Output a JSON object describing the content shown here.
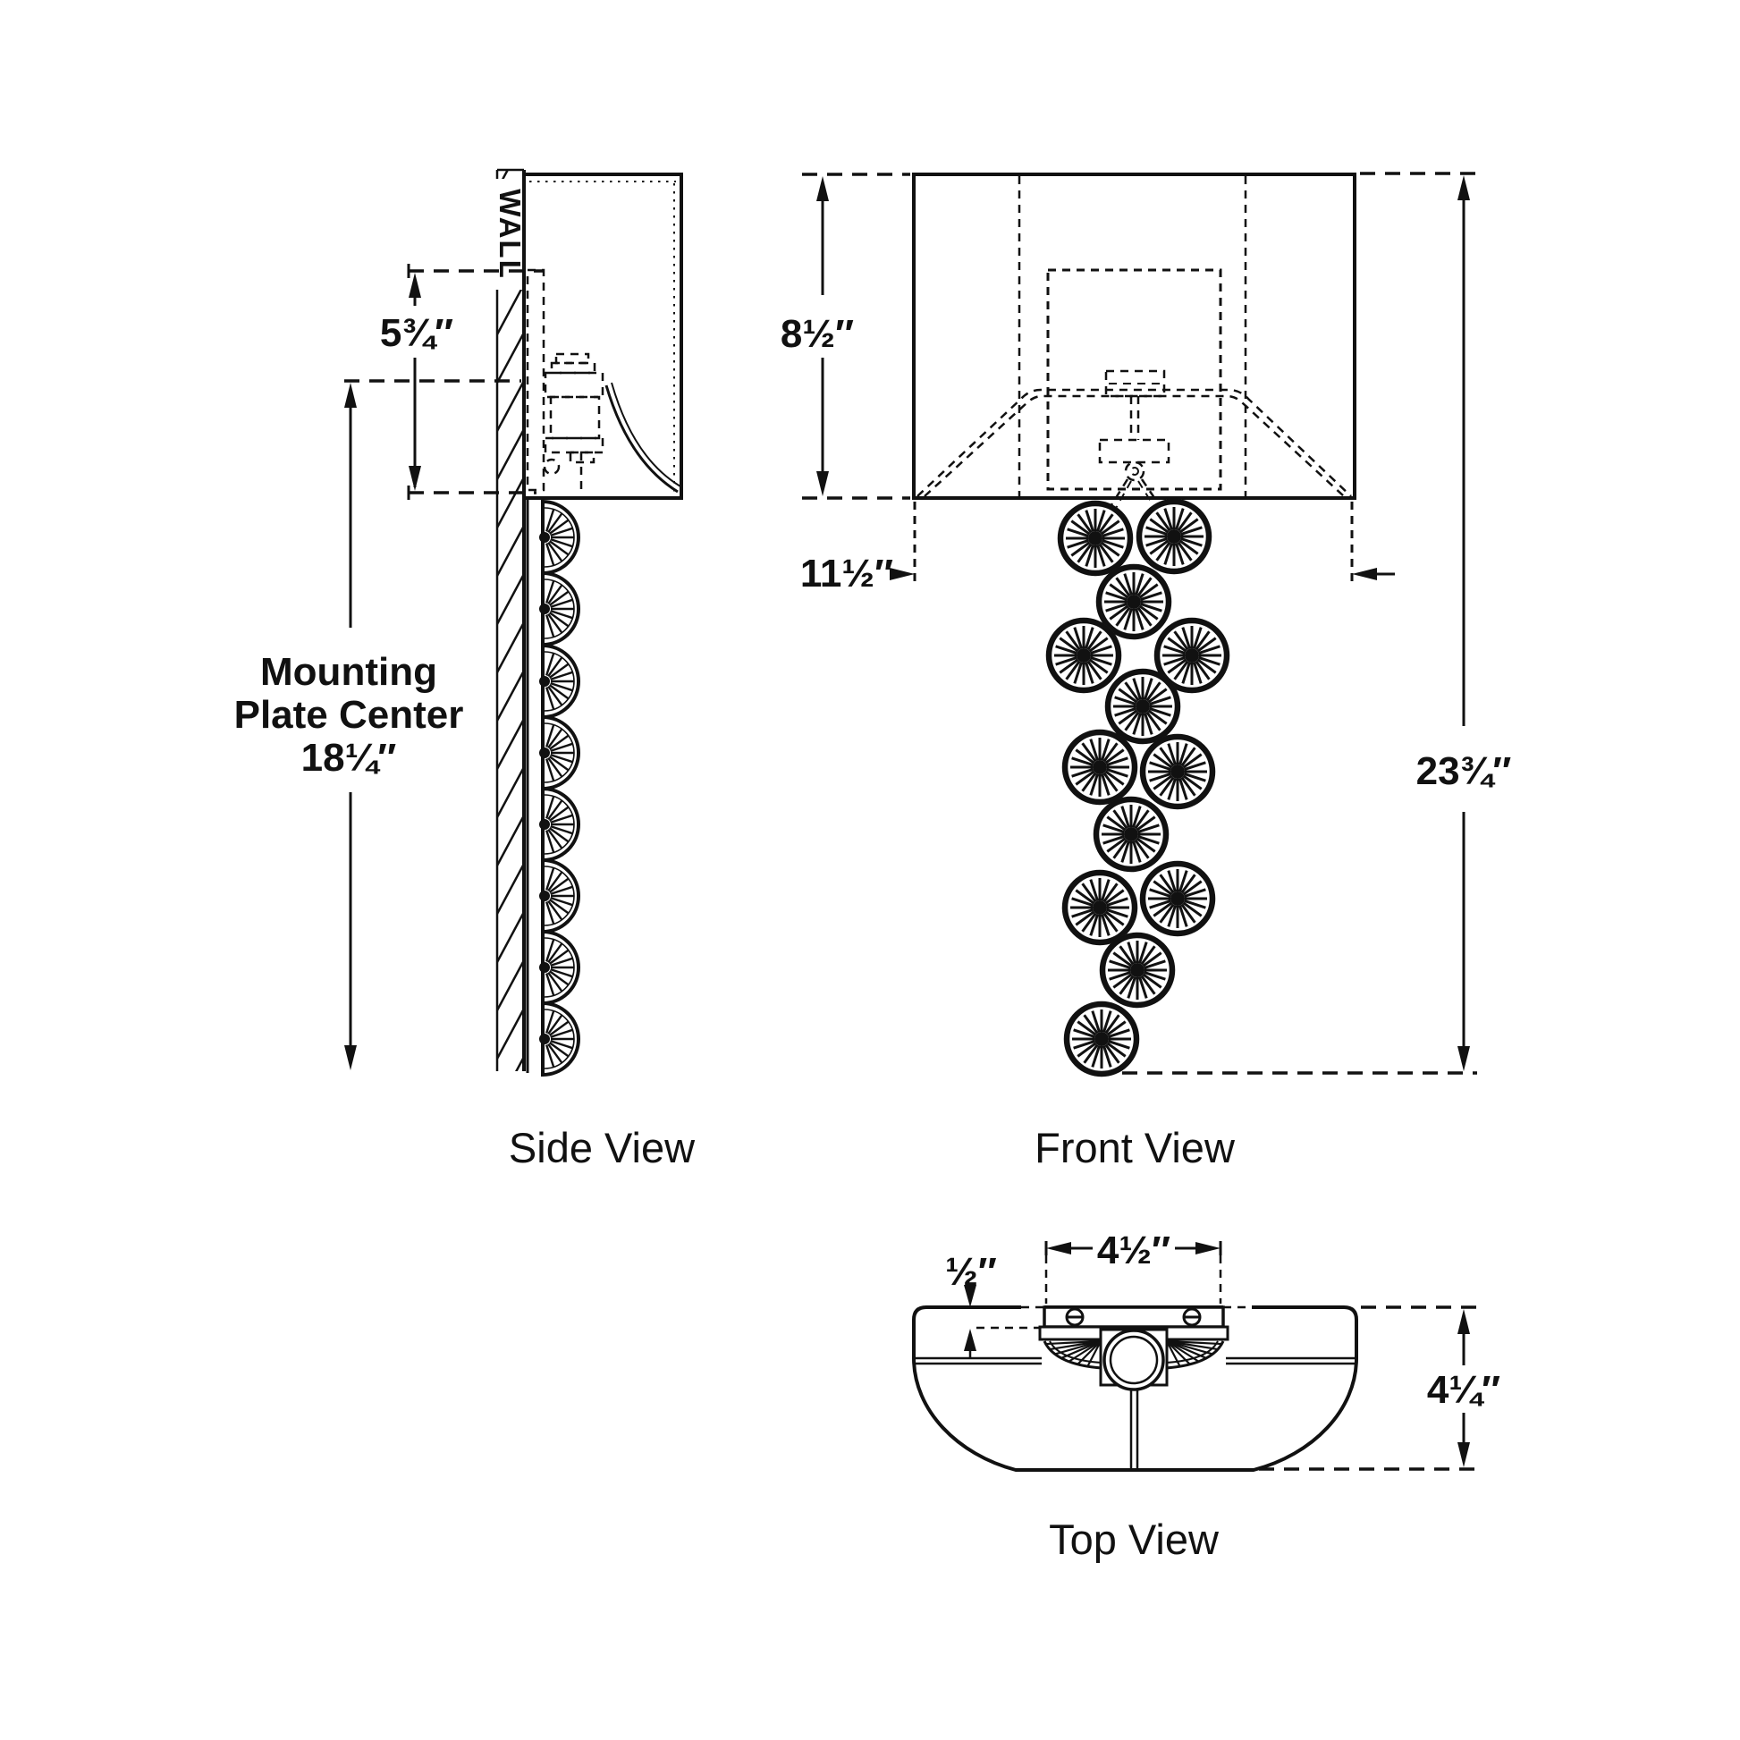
{
  "drawing": {
    "line_color": "#111111",
    "background_color": "#ffffff"
  },
  "side_view": {
    "label": "Side View",
    "wall_label": "WALL",
    "dims": {
      "socket_offset": "5¾″",
      "mounting_line1": "Mounting",
      "mounting_line2": "Plate Center",
      "mounting_line3": "18¼″"
    }
  },
  "front_view": {
    "label": "Front View",
    "dims": {
      "shade_height": "8½″",
      "shade_width": "11½″",
      "overall_height": "23¾″"
    }
  },
  "top_view": {
    "label": "Top View",
    "dims": {
      "backplate_offset": "½″",
      "plate_width": "4½″",
      "depth": "4¼″"
    }
  }
}
